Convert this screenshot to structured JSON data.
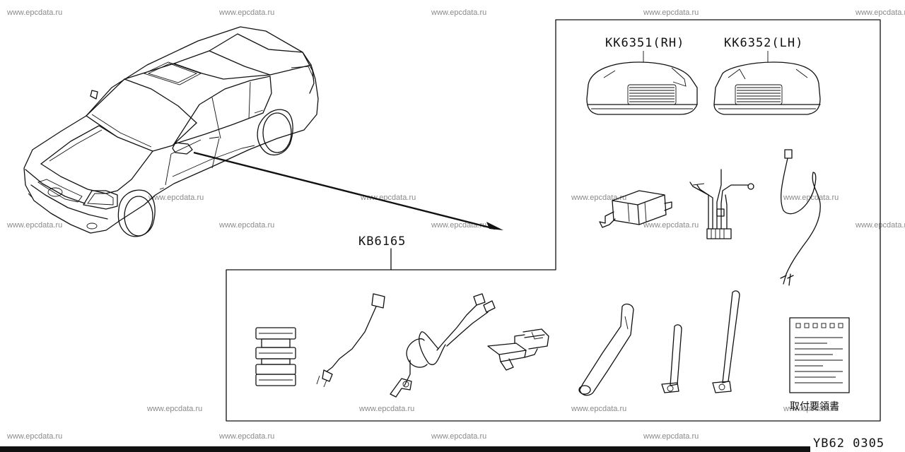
{
  "watermark": "www.epcdata.ru",
  "parts": {
    "mirror_rh": "KK6351(RH)",
    "mirror_lh": "KK6352(LH)",
    "kit": "KB6165",
    "instructions": "取付要領書"
  },
  "reference_code": "YB62 0305"
}
